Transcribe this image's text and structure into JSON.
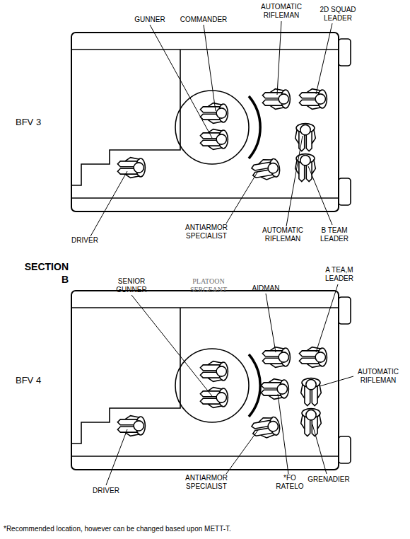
{
  "diagram": {
    "nodes": [
      {
        "text": [
          "BFV 3"
        ]
      },
      {
        "text": [
          "BFV 4"
        ]
      }
    ],
    "labels": [
      "GUNNER",
      "COMMANDER",
      "AUTOMATIC RIFLEMAN",
      "2D SQUAD LEADER",
      "DRIVER",
      "ANTIARMOR SPECIALIST",
      "AUTOMATIC RIFLEMAN",
      "B TEAM LEADER",
      "SECTION B",
      "SENIOR GUNNER",
      "PLATOON SERGEANT",
      "AIDMAN",
      "A TEA,M LEADER",
      "AUTOMATIC RIFLEMAN",
      "DRIVER",
      "ANTIARMOR SPECIALIST",
      "*FO RATELO",
      "GRENADIER",
      "*Recommended location, however can be changed based upon METT-T."
    ]
  }
}
